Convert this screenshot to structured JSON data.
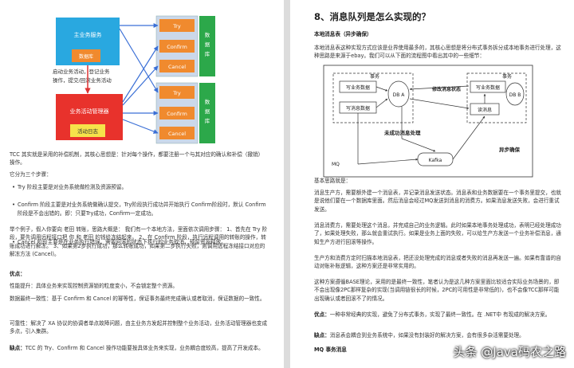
{
  "left": {
    "diagram": {
      "main_service": "主业务服务",
      "db": "数据库",
      "start_activity": "启动业务活动，登记业务",
      "submit_activity": "操作，提交/回滚业务活动",
      "activity_manager": "业务活动管理器",
      "activity_log": "活动日志",
      "try": "Try",
      "confirm": "Confirm",
      "cancel": "Cancel",
      "database": "数据库"
    },
    "p1": "TCC 其实就是采用的补偿机制，其核心思想是：针对每个操作，都要注册一个与其对应的确认和补偿（撤销）操作。",
    "p2": "它分为三个步骤：",
    "b1": "Try 阶段主要是对业务系统做检测及资源预留。",
    "b2": "Confirm 阶段主要是对业务系统做确认提交，Try阶段执行成功并开始执行 Confirm阶段时，默认 Confirm阶段是不会出错的。即：只要Try成功，Confirm一定成功。",
    "b3": "Cancel 阶段主要是在业务执行错误，需要回滚的状态下执行的业务取消，预留资源释放。",
    "p3": "举个例子，假入你要向 老田 转账，思路大概是： 我们有一个本地方法，里面依次调用步骤： 1、首先在 Try 阶段，要先调用远程接口把 你 和 老田 的钱给冻结起来。 2、在 Confirm 阶段，执行远程调用的转账的操作，转账成功进行解冻。 3、如果第2步执行成功，那么转账成功，如果第二步执行失败，则调用远程冻结接口对应的解冻方法 (Cancel)。",
    "h_pros": "优点：",
    "p_pros": "性能提升：具体业务来实现控制资源锁的粒度变小，不会锁定整个资源。",
    "p_consistency": "数据最终一致性：基于 Confirm 和 Cancel 的幂等性，保证事务最终完成确认或者取消，保证数据的一致性。",
    "p_reliability": "可靠性：解决了 XA 协议的协调者单点故障问题，由主业务方发起并控制整个业务活动，业务活动管理器也变成多点，引入集群。",
    "cons_label": "缺点：",
    "p_cons": "TCC 的 Try、Confirm 和 Cancel 操作功能要按具体业务来实现，业务耦合度较高，提高了开发成本。"
  },
  "right": {
    "title": "8、消息队列是怎么实现的？",
    "h1": "本地消息表（异步确保）",
    "p1": "本地消息表这种实现方式应该是业界使用最多的，其核心思想是将分布式事务拆分成本地事务进行处理，这种思路是来源于ebay。我们可以从下面的流程图中看出其中的一些细节：",
    "diagram": {
      "txn_left": "事务",
      "write_business_data_l": "写业务数据",
      "write_message_data": "写消息数据",
      "db_a": "DB A",
      "modify_status": "修改消息状态",
      "write_business_data_r": "写业务数据",
      "read_message": "读消息",
      "db_b": "DB B",
      "txn_right": "事务",
      "unfinished": "未成功消息处理",
      "mq": "MQ",
      "kafka": "Kafka",
      "async_ensure": "异步确保"
    },
    "h2": "基本思路就是：",
    "p2": "消息生产方，需要额外建一个消息表，并记录消息发送状态。消息表和业务数据要在一个事务里提交，也就是说他们要在一个数据库里面。然后消息会经过MQ发送到消息的消费方。如果消息发送失败，会进行重试发送。",
    "p3": "消息消费方，需要处理这个消息，并完成自己的业务逻辑。此时如果本地事务处理成功，表明已经处理成功了，如果处理失败，那么就会重试执行。如果是业务上面的失败，可以给生产方发送一个业务补偿消息，通知生产方进行回滚等操作。",
    "p4": "生产方和消费方定时扫描本地消息表，把还没处理完成的消息或者失败的消息再发送一遍。如果有靠谱的自动对账补账逻辑，这种方案还是非常实用的。",
    "p5": "这种方案遵循BASE理论，采用的是最终一致性，笔者认为是这几种方案里面比较适合实际业务场景的，即不会出现像2PC那样复杂的实现(当调用链很长的时候，2PC的可用性是非常低的)，也不会像TCC那样可能出现确认或者回滚不了的情况。",
    "pros_label": "优点：",
    "p_pros": "一种非常经典的实现，避免了分布式事务，实现了最终一致性。在 .NET中 有现成的解决方案。",
    "cons_label": "缺点：",
    "p_cons": "消息表会耦合到业务系统中，如果没有封装好的解决方案，会有很多杂活需要处理。",
    "h3": "MQ 事务消息"
  },
  "watermark": "头条 @Java码农之路"
}
